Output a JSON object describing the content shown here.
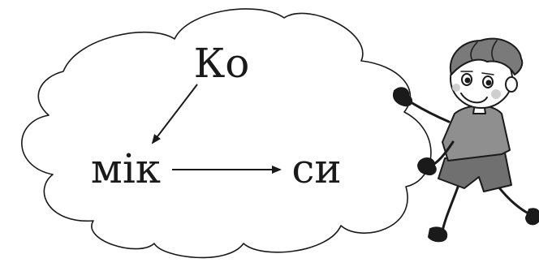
{
  "syllables": {
    "first": "Ко",
    "second": "мік",
    "third": "си"
  },
  "colors": {
    "ink": "#1a1a1a",
    "shirt": "#8f8f8f",
    "shorts": "#707070",
    "hair": "#7a7a7a",
    "cheek": "#cfcfcf"
  },
  "icons": {
    "cloud": "cloud-shape",
    "character": "boy-cartoon"
  }
}
